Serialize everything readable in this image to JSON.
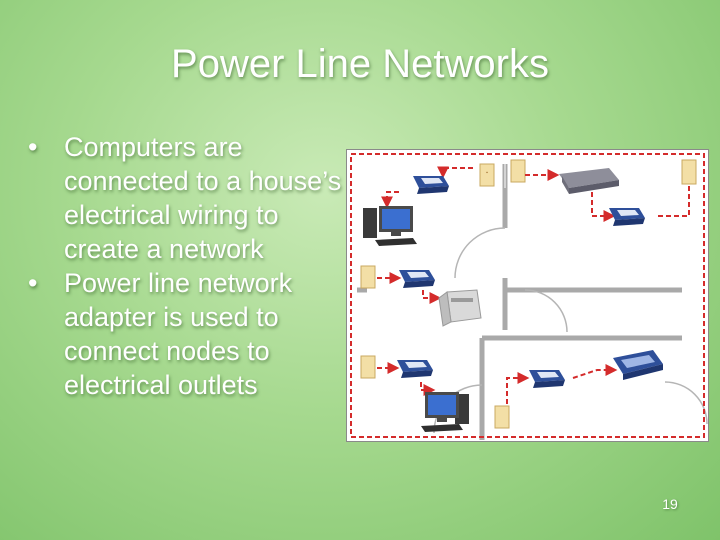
{
  "slide": {
    "title": "Power Line Networks",
    "bullets": [
      "Computers are connected to a house’s electrical wiring to create a network",
      "Power line network adapter is used to connect nodes to electrical outlets"
    ],
    "page_number": "19"
  },
  "colors": {
    "wiring": "#d42b2b",
    "wall": "#a9a9a9",
    "adapter": "#2e4f9a",
    "outlet": "#f3dfa6"
  }
}
